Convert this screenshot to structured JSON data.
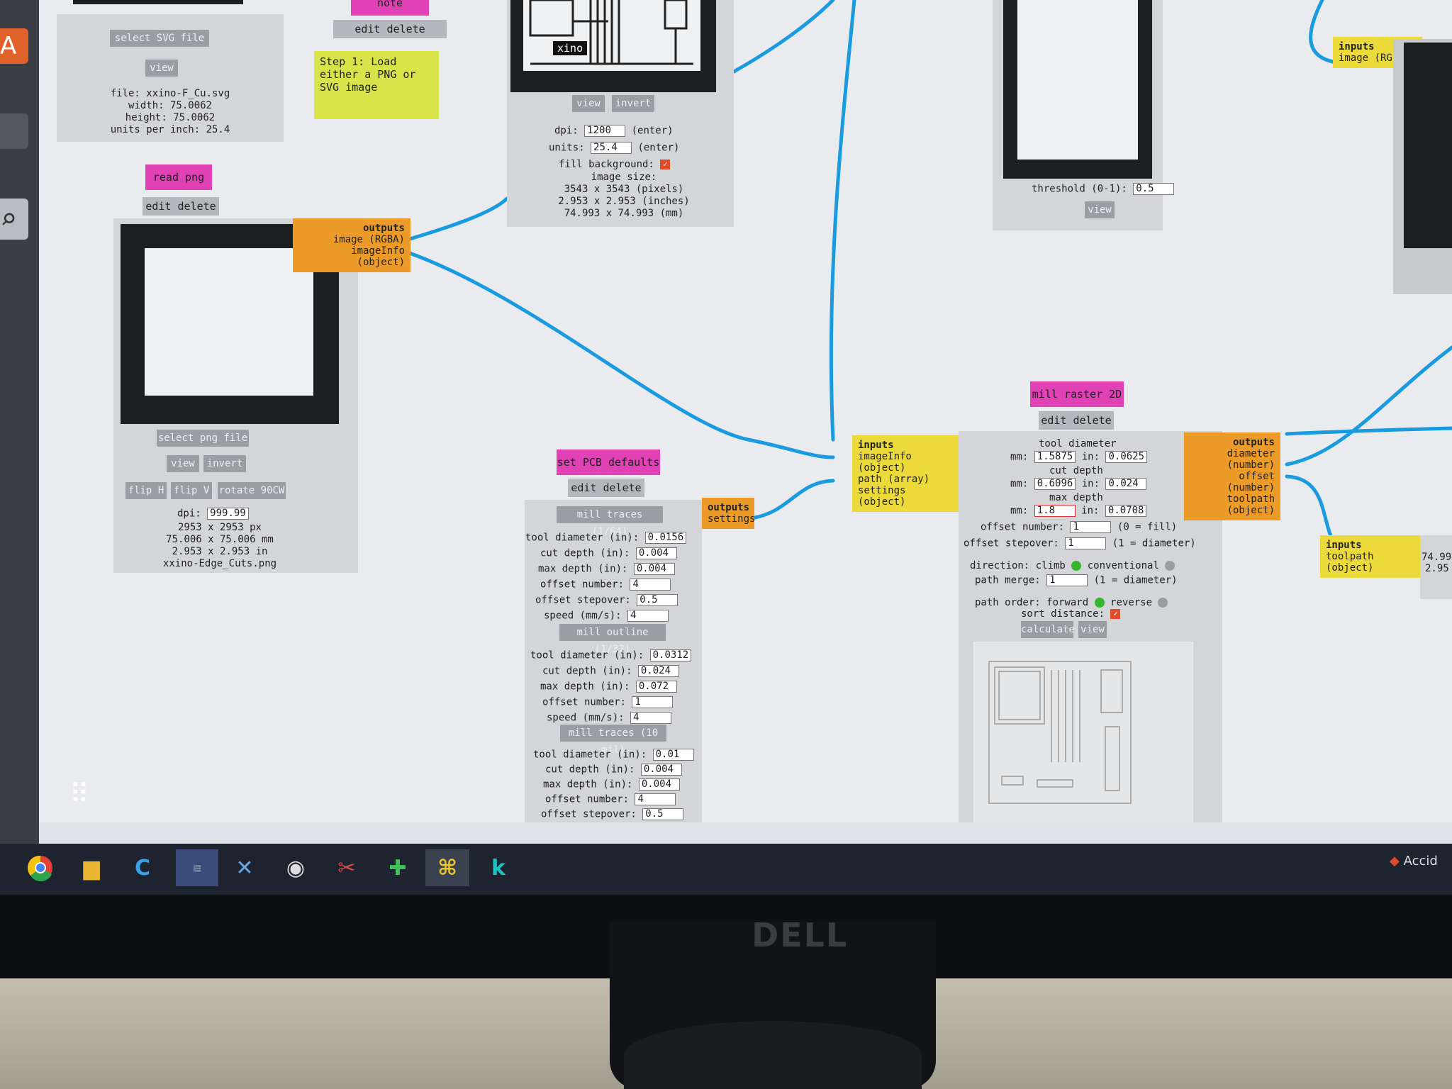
{
  "left_bar": {
    "apps_glyph": "⠿"
  },
  "svg_module": {
    "select_button": "select SVG file",
    "view_button": "view",
    "file": "file: xxino-F_Cu.svg",
    "width": "width: 75.0062",
    "height": "height: 75.0062",
    "units": "units per inch: 25.4"
  },
  "note_module": {
    "header": "note",
    "edit": "edit delete",
    "text": "Step 1: Load either a PNG or SVG image"
  },
  "image_module": {
    "label_xino": "xino",
    "view": "view",
    "invert": "invert",
    "dpi_label": "dpi:",
    "dpi_value": "1200",
    "dpi_enter": "(enter)",
    "units_label": "units:",
    "units_value": "25.4",
    "units_enter": "(enter)",
    "fill_label": "fill background:",
    "size_label": "image size:",
    "size_px": "3543 x 3543 (pixels)",
    "size_in": "2.953 x 2.953 (inches)",
    "size_mm": "74.993 x 74.993 (mm)"
  },
  "threshold_module": {
    "label": "threshold (0-1):",
    "value": "0.5",
    "view": "view"
  },
  "inputs_rgba_right": {
    "title": "inputs",
    "line1": "image (RGBA)"
  },
  "read_png": {
    "header": "read png",
    "edit": "edit delete",
    "select": "select png file",
    "view": "view",
    "invert": "invert",
    "flipH": "flip H",
    "flipV": "flip V",
    "rotate": "rotate 90CW",
    "dpi_label": "dpi:",
    "dpi_value": "999.99",
    "px": "2953 x 2953 px",
    "mm": "75.006 x 75.006 mm",
    "in": "2.953 x 2.953 in",
    "file": "xxino-Edge_Cuts.png"
  },
  "png_outputs": {
    "title": "outputs",
    "line1": "image (RGBA)",
    "line2": "imageInfo (object)"
  },
  "pcb_defaults": {
    "header": "set PCB defaults",
    "edit": "edit delete",
    "traces_164": "mill traces (1/64)",
    "outline_132": "mill outline (1/32)",
    "traces_10mil": "mill traces (10 mil)",
    "l_tool": "tool diameter (in):",
    "l_cut": "cut depth (in):",
    "l_max": "max depth (in):",
    "l_offnum": "offset number:",
    "l_step": "offset stepover:",
    "l_speed": "speed (mm/s):",
    "a_tool": "0.0156",
    "a_cut": "0.004",
    "a_max": "0.004",
    "a_offnum": "4",
    "a_step": "0.5",
    "a_speed": "4",
    "b_tool": "0.0312",
    "b_cut": "0.024",
    "b_max": "0.072",
    "b_offnum": "1",
    "b_speed": "4",
    "c_tool": "0.01",
    "c_cut": "0.004",
    "c_max": "0.004",
    "c_offnum": "4",
    "c_step": "0.5"
  },
  "pcb_outputs": {
    "title": "outputs",
    "line1": "settings"
  },
  "mill_inputs": {
    "title": "inputs",
    "line1": "imageInfo (object)",
    "line2": "path (array)",
    "line3": "settings (object)"
  },
  "mill_raster": {
    "header": "mill raster 2D",
    "edit": "edit delete",
    "tool_label": "tool diameter",
    "mm": "mm:",
    "in": "in:",
    "tool_mm": "1.5875",
    "tool_in": "0.0625",
    "cut_label": "cut depth",
    "cut_mm": "0.6096",
    "cut_in": "0.024",
    "max_label": "max depth",
    "max_mm": "1.8",
    "max_in": "0.0708",
    "offnum_label": "offset number:",
    "offnum_value": "1",
    "offnum_note": "(0 = fill)",
    "step_label": "offset stepover:",
    "step_value": "1",
    "step_note": "(1 = diameter)",
    "direction_label": "direction: climb",
    "conventional": "conventional",
    "merge_label": "path merge:",
    "merge_value": "1",
    "merge_note": "(1 = diameter)",
    "order_label": "path order: forward",
    "reverse": "reverse",
    "sort_label": "sort distance:",
    "calculate": "calculate",
    "view": "view"
  },
  "mill_outputs": {
    "title": "outputs",
    "line1": "diameter (number)",
    "line2": "offset (number)",
    "line3": "toolpath (object)"
  },
  "toolpath_inputs": {
    "title": "inputs",
    "line1": "toolpath (object)",
    "clip1": "74.99",
    "clip2": "2.95"
  },
  "taskbar": {
    "notification": "Accid"
  },
  "colors": {
    "wire": "#1a9be0",
    "output": "#ec9a28",
    "input": "#ecd93a",
    "header": "#e042b5",
    "note": "#d8e34a"
  },
  "monitor": {
    "brand": "DELL"
  }
}
